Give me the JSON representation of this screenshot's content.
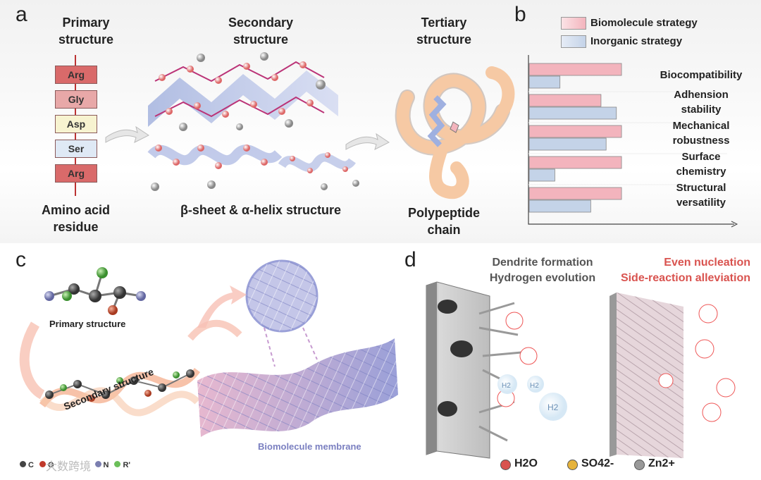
{
  "panel_a": {
    "letter": "a",
    "primary_title": "Primary structure",
    "secondary_title": "Secondary structure",
    "tertiary_title": "Tertiary structure",
    "amino_acids": [
      {
        "label": "Arg",
        "color": "#d96a6a"
      },
      {
        "label": "Gly",
        "color": "#e8a8a8"
      },
      {
        "label": "Asp",
        "color": "#f7f3d0"
      },
      {
        "label": "Ser",
        "color": "#dfe9f5"
      },
      {
        "label": "Arg",
        "color": "#d96a6a"
      }
    ],
    "primary_caption": "Amino acid residue",
    "secondary_caption": "β-sheet & α-helix structure",
    "tertiary_caption": "Polypeptide chain"
  },
  "panel_b": {
    "letter": "b",
    "chart_data": {
      "type": "bar",
      "orientation": "horizontal",
      "categories": [
        "Biocompatibility",
        "Adhension stability",
        "Mechanical robustness",
        "Surface chemistry",
        "Structural versatility"
      ],
      "series": [
        {
          "name": "Biomolecule strategy",
          "color": "#f3b4bd",
          "values": [
            0.9,
            0.7,
            0.9,
            0.9,
            0.9
          ]
        },
        {
          "name": "Inorganic strategy",
          "color": "#c4d3e8",
          "values": [
            0.3,
            0.85,
            0.75,
            0.25,
            0.6
          ]
        }
      ],
      "legend": "top",
      "xlabel": "",
      "ylabel": ""
    }
  },
  "panel_c": {
    "letter": "c",
    "primary_label": "Primary structure",
    "secondary_label": "Secondary structure",
    "membrane_label": "Biomolecule membrane",
    "legend": [
      {
        "label": "C",
        "color": "#444444"
      },
      {
        "label": "O",
        "color": "#c0392b"
      },
      {
        "label": "N",
        "color": "#7b7fb0"
      },
      {
        "label": "R'",
        "color": "#6bbf59"
      }
    ]
  },
  "panel_d": {
    "letter": "d",
    "left_title": [
      "Dendrite formation",
      "Hydrogen evolution"
    ],
    "right_title": [
      "Even nucleation",
      "Side-reaction alleviation"
    ],
    "h2_label": "H2",
    "legend": [
      {
        "label": "H2O",
        "icon": "water-molecule-icon"
      },
      {
        "label": "SO42-",
        "icon": "sulfate-icon"
      },
      {
        "label": "Zn2+",
        "icon": "zinc-ion-icon"
      }
    ]
  },
  "watermark": "大数跨境"
}
